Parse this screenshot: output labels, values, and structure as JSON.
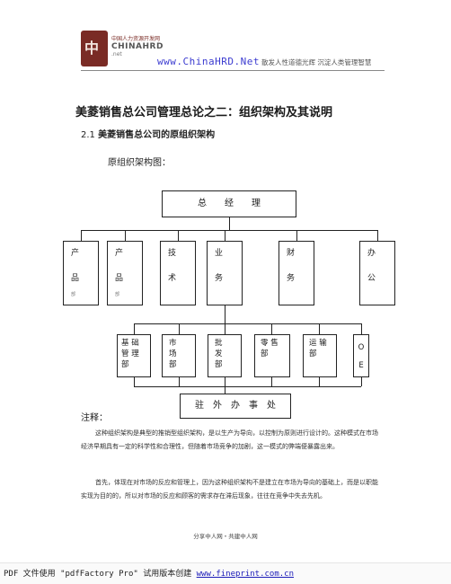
{
  "header": {
    "logo_line1": "中国人力资源开发网",
    "logo_line2": "CHINAHRD",
    "logo_line3": ".net",
    "site_url": "www.ChinaHRD.Net",
    "slogan": "散发人性道德光辉 沉淀人类管理智慧"
  },
  "document": {
    "title": "美菱销售总公司管理总论之二：组织架构及其说明",
    "section_number": "2.1",
    "section_title": "美菱销售总公司的原组织架构",
    "chart_caption": "原组织架构图："
  },
  "org_chart": {
    "top": "总　　经　　理",
    "level2": [
      {
        "chars": [
          "产",
          "品"
        ],
        "sub": "部"
      },
      {
        "chars": [
          "产",
          "品"
        ],
        "sub": "部"
      },
      {
        "chars": [
          "技",
          "术"
        ],
        "sub": ""
      },
      {
        "chars": [
          "业",
          "务"
        ],
        "sub": ""
      },
      {
        "chars": [
          "财",
          "务"
        ],
        "sub": ""
      },
      {
        "chars": [
          "办",
          "公"
        ],
        "sub": ""
      }
    ],
    "level3": [
      {
        "lines": [
          "基 础",
          "管 理",
          "部"
        ]
      },
      {
        "lines": [
          "市",
          "场",
          "部"
        ]
      },
      {
        "lines": [
          "批",
          "发",
          "部"
        ]
      },
      {
        "lines": [
          "零 售",
          "部"
        ]
      },
      {
        "lines": [
          "运 输",
          "部"
        ]
      },
      {
        "lines": [
          "O",
          "E"
        ]
      }
    ],
    "bottom": "驻　外　办　事　处"
  },
  "notes": {
    "label": "注释：",
    "para1": "这种组织架构是典型的推销型组织架构，是以生产为导向，以控制为原则进行设计的。这种模式在市场经济早期具有一定的科学性和合理性，但随着市场竞争的加剧，这一模式的弊端便暴露出来。",
    "para2": "首先，体现在对市场的反应和管理上，因为这种组织架构不是建立在市场为导向的基础上，而是以职能实现为目的的，所以对市场的反应和顾客的需求存在滞后现象，往往在竞争中失去先机。"
  },
  "footer": {
    "text": "分享中人网・共建中人网",
    "pdf_prefix": "PDF 文件使用 \"pdfFactory Pro\" 试用版本创建 ",
    "pdf_link": "www.fineprint.com.cn"
  }
}
